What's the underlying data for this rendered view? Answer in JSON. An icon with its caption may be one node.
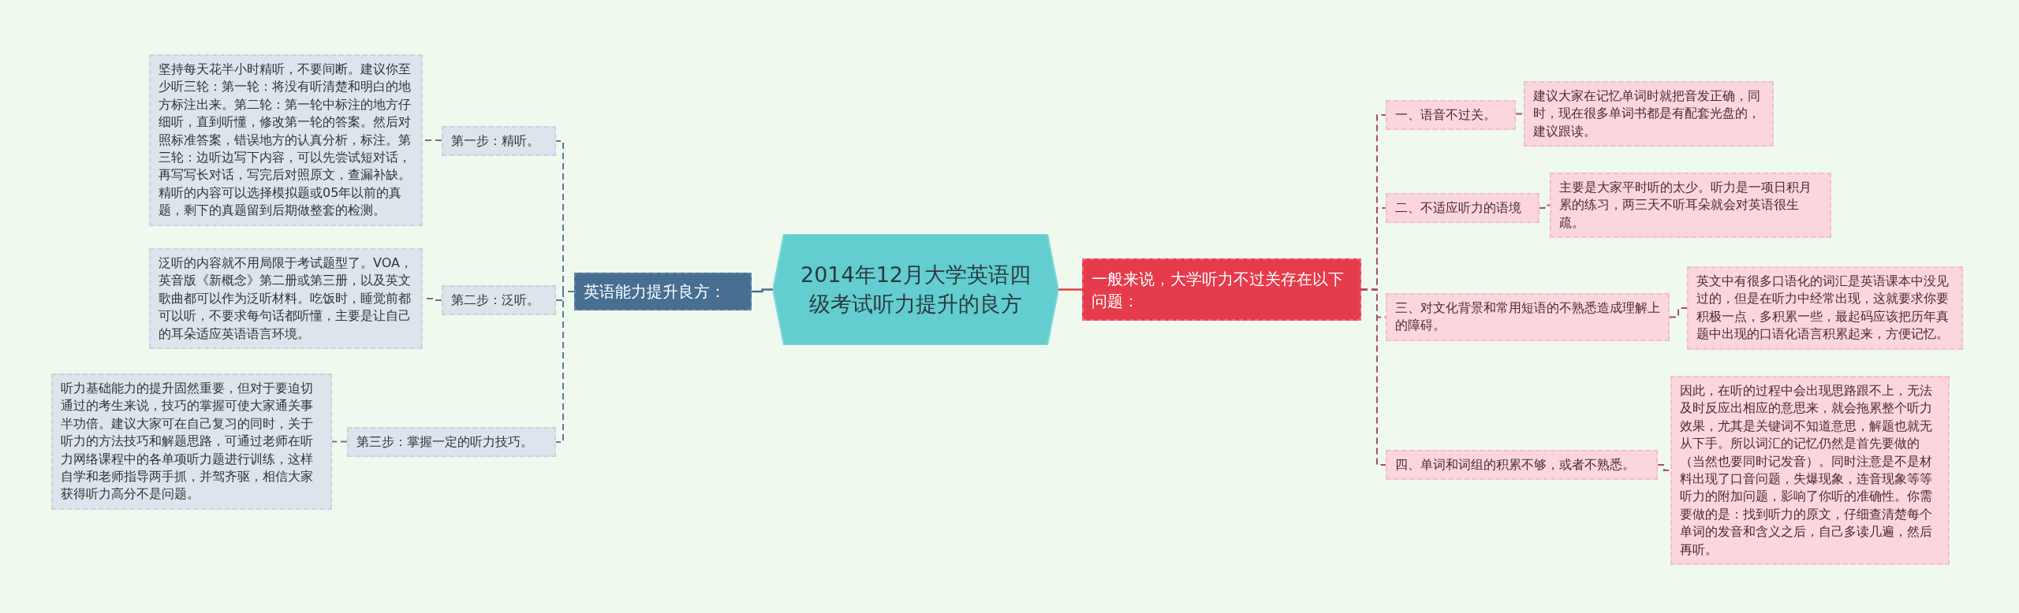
{
  "diagram": {
    "nodes": [
      {
        "text": [
          "2014年12月大学英语四级考试听力提升的良方"
        ]
      },
      {
        "text": [
          "英语能力提升良方："
        ]
      },
      {
        "text": [
          "第一步：精听。"
        ]
      },
      {
        "text": [
          "坚持每天花半小时精听，不要间断。建议你至少听三轮：第一轮：将没有听清楚和明白的地方标注出来。第二轮：第一轮中标注的地方仔细听，直到听懂，修改第一轮的答案。然后对照标准答案，错误地方的认真分析，标注。第三轮：边听边写下内容，可以先尝试短对话，再写写长对话，写完后对照原文，查漏补缺。精听的内容可以选择模拟题或05年以前的真题，剩下的真题留到后期做整套的检测。"
        ]
      },
      {
        "text": [
          "第二步：泛听。"
        ]
      },
      {
        "text": [
          "泛听的内容就不用局限于考试题型了。VOA，英音版《新概念》第二册或第三册，以及英文歌曲都可以作为泛听材料。吃饭时，睡觉前都可以听，不要求每句话都听懂，主要是让自己的耳朵适应英语语言环境。"
        ]
      },
      {
        "text": [
          "第三步：掌握一定的听力技巧。"
        ]
      },
      {
        "text": [
          "听力基础能力的提升固然重要，但对于要迫切通过的考生来说，技巧的掌握可使大家通关事半功倍。建议大家可在自己复习的同时，关于听力的方法技巧和解题思路，可通过老师在听力网络课程中的各单项听力题进行训练，这样自学和老师指导两手抓，并驾齐驱，相信大家获得听力高分不是问题。"
        ]
      },
      {
        "text": [
          "一般来说，大学听力不过关存在以下问题："
        ]
      },
      {
        "text": [
          "一、语音不过关。"
        ]
      },
      {
        "text": [
          "建议大家在记忆单词时就把音发正确，同时，现在很多单词书都是有配套光盘的，建议跟读。"
        ]
      },
      {
        "text": [
          "二、不适应听力的语境"
        ]
      },
      {
        "text": [
          "主要是大家平时听的太少。听力是一项日积月累的练习，两三天不听耳朵就会对英语很生疏。"
        ]
      },
      {
        "text": [
          "三、对文化背景和常用短语的不熟悉造成理解上的障碍。"
        ]
      },
      {
        "text": [
          "英文中有很多口语化的词汇是英语课本中没见过的，但是在听力中经常出现，这就要求你要积极一点，多积累一些，最起码应该把历年真题中出现的口语化语言积累起来，方便记忆。"
        ]
      },
      {
        "text": [
          "四、单词和词组的积累不够，或者不熟悉。"
        ]
      },
      {
        "text": [
          "因此，在听的过程中会出现思路跟不上，无法及时反应出相应的意思来，就会拖累整个听力效果，尤其是关键词不知道意思，解题也就无从下手。所以词汇的记忆仍然是首先要做的（当然也要同时记发音）。同时注意是不是材料出现了口音问题，失爆现象，连音现象等等听力的附加问题，影响了你听的准确性。你需要做的是：找到听力的原文，仔细查清楚每个单词的发音和含义之后，自己多读几遍，然后再听。"
        ]
      }
    ],
    "edges": [
      {
        "from": 0,
        "to": 1,
        "arrow": "none",
        "color": "#466f91"
      },
      {
        "from": 1,
        "to": 2,
        "arrow": "none",
        "style": "dashed",
        "color": "#5a7a96"
      },
      {
        "from": 1,
        "to": 4,
        "arrow": "none",
        "style": "dashed",
        "color": "#5a7a96"
      },
      {
        "from": 1,
        "to": 6,
        "arrow": "none",
        "style": "dashed",
        "color": "#5a7a96"
      },
      {
        "from": 2,
        "to": 3,
        "arrow": "none",
        "style": "dashed",
        "color": "#5a7a96"
      },
      {
        "from": 4,
        "to": 5,
        "arrow": "none",
        "style": "dashed",
        "color": "#5a7a96"
      },
      {
        "from": 6,
        "to": 7,
        "arrow": "none",
        "style": "dashed",
        "color": "#5a7a96"
      },
      {
        "from": 0,
        "to": 8,
        "arrow": "none",
        "color": "#e63b4c"
      },
      {
        "from": 8,
        "to": 9,
        "arrow": "none",
        "style": "dashed"
      },
      {
        "from": 8,
        "to": 11,
        "arrow": "none",
        "style": "dashed"
      },
      {
        "from": 8,
        "to": 13,
        "arrow": "none",
        "style": "dashed"
      },
      {
        "from": 8,
        "to": 15,
        "arrow": "none",
        "style": "dashed"
      },
      {
        "from": 9,
        "to": 10,
        "arrow": "none",
        "style": "dashed"
      },
      {
        "from": 11,
        "to": 12,
        "arrow": "none",
        "style": "dashed"
      },
      {
        "from": 13,
        "to": 14,
        "arrow": "none",
        "style": "dashed"
      },
      {
        "from": 15,
        "to": 16,
        "arrow": "none",
        "style": "dashed"
      }
    ]
  }
}
